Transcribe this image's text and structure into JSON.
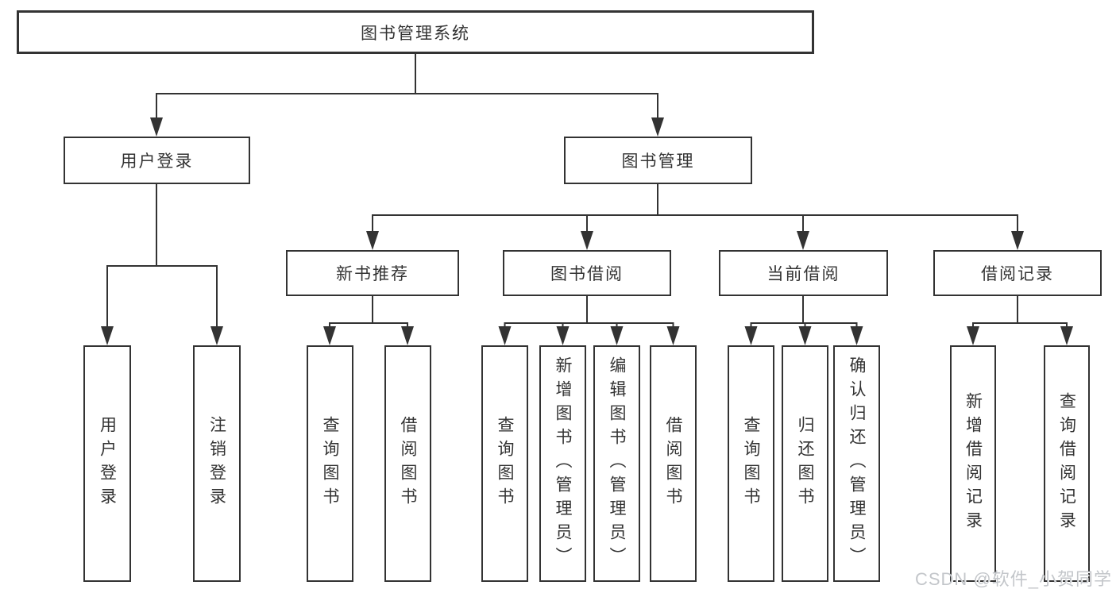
{
  "diagram_type": "hierarchy-tree",
  "colors": {
    "line": "#333333",
    "border": "#333333",
    "text": "#333333",
    "background": "#ffffff",
    "watermark": "#c3c6ca"
  },
  "tree": {
    "label": "图书管理系统",
    "children": [
      {
        "label": "用户登录",
        "children": [
          {
            "label": "用户登录"
          },
          {
            "label": "注销登录"
          }
        ]
      },
      {
        "label": "图书管理",
        "children": [
          {
            "label": "新书推荐",
            "children": [
              {
                "label": "查询图书"
              },
              {
                "label": "借阅图书"
              }
            ]
          },
          {
            "label": "图书借阅",
            "children": [
              {
                "label": "查询图书"
              },
              {
                "label": "新增图书（管理员）"
              },
              {
                "label": "编辑图书（管理员）"
              },
              {
                "label": "借阅图书"
              }
            ]
          },
          {
            "label": "当前借阅",
            "children": [
              {
                "label": "查询图书"
              },
              {
                "label": "归还图书"
              },
              {
                "label": "确认归还（管理员）"
              }
            ]
          },
          {
            "label": "借阅记录",
            "children": [
              {
                "label": "新增借阅记录"
              },
              {
                "label": "查询借阅记录"
              }
            ]
          }
        ]
      }
    ]
  },
  "watermark": {
    "text": "CSDN @软件_小贺同学"
  }
}
